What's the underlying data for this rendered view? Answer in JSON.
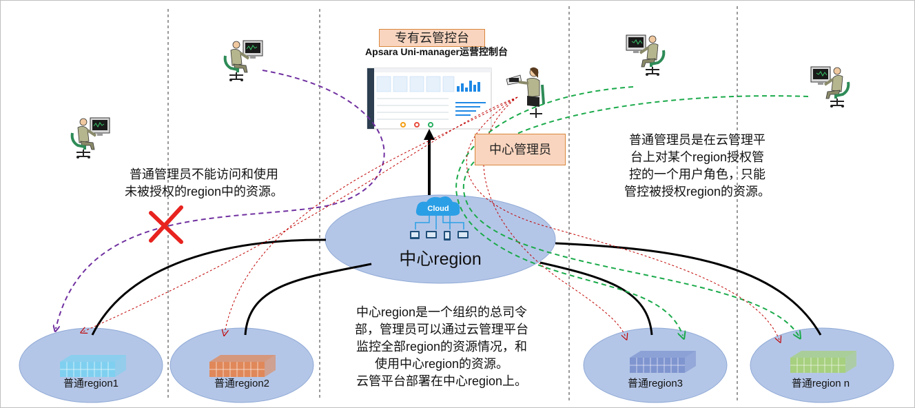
{
  "console": {
    "title_cn": "专有云管控台",
    "title_en": "Apsara Uni-manager运营控制台"
  },
  "center_admin": {
    "label": "中心管理员"
  },
  "center_region": {
    "label": "中心region",
    "cloud_label": "Cloud"
  },
  "regions": [
    {
      "label": "普通region1",
      "color": "#7fd0f0"
    },
    {
      "label": "普通region2",
      "color": "#e0885a"
    },
    {
      "label": "普通region3",
      "color": "#7f95d0"
    },
    {
      "label": "普通region n",
      "color": "#a7d07f"
    }
  ],
  "notes": {
    "left": [
      "普通管理员不能访问和使用",
      "未被授权的region中的资源。"
    ],
    "right": [
      "普通管理员是在云管理平",
      "台上对某个region授权管",
      "控的一个用户角色，只能",
      "管控被授权region的资源。"
    ],
    "center": [
      "中心region是一个组织的总司令",
      "部，管理员可以通过云管理平台",
      "监控全部region的资源情况，和",
      "使用中心region的资源。",
      "云管平台部署在中心region上。"
    ]
  },
  "colors": {
    "ellipse_fill": "#b4c6e7",
    "ellipse_stroke": "#8fa9d6",
    "denied_path": "#7030a0",
    "authorized_path": "#1aaa4a",
    "monitor_path": "#c00000",
    "cross": "#e8231f",
    "label_box_fill": "#f9d5bf"
  }
}
